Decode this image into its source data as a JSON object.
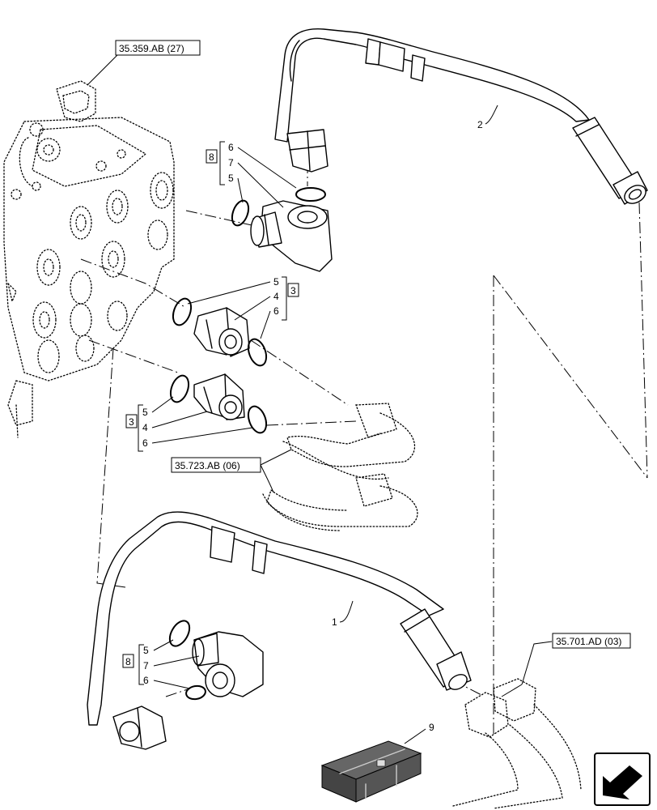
{
  "references": {
    "ref_valve": "35.359.AB (27)",
    "ref_mid": "35.723.AB (06)",
    "ref_right": "35.701.AD (03)"
  },
  "callouts": {
    "item_1": "1",
    "item_2": "2",
    "item_9": "9",
    "group_top": {
      "box": "8",
      "a": "6",
      "b": "7",
      "c": "5"
    },
    "group_mid_right": {
      "box": "3",
      "a": "5",
      "b": "4",
      "c": "6"
    },
    "group_mid_left": {
      "box": "3",
      "a": "5",
      "b": "4",
      "c": "6"
    },
    "group_bottom": {
      "box": "8",
      "a": "5",
      "b": "7",
      "c": "6"
    }
  },
  "nav_icon": "return-arrow-icon"
}
